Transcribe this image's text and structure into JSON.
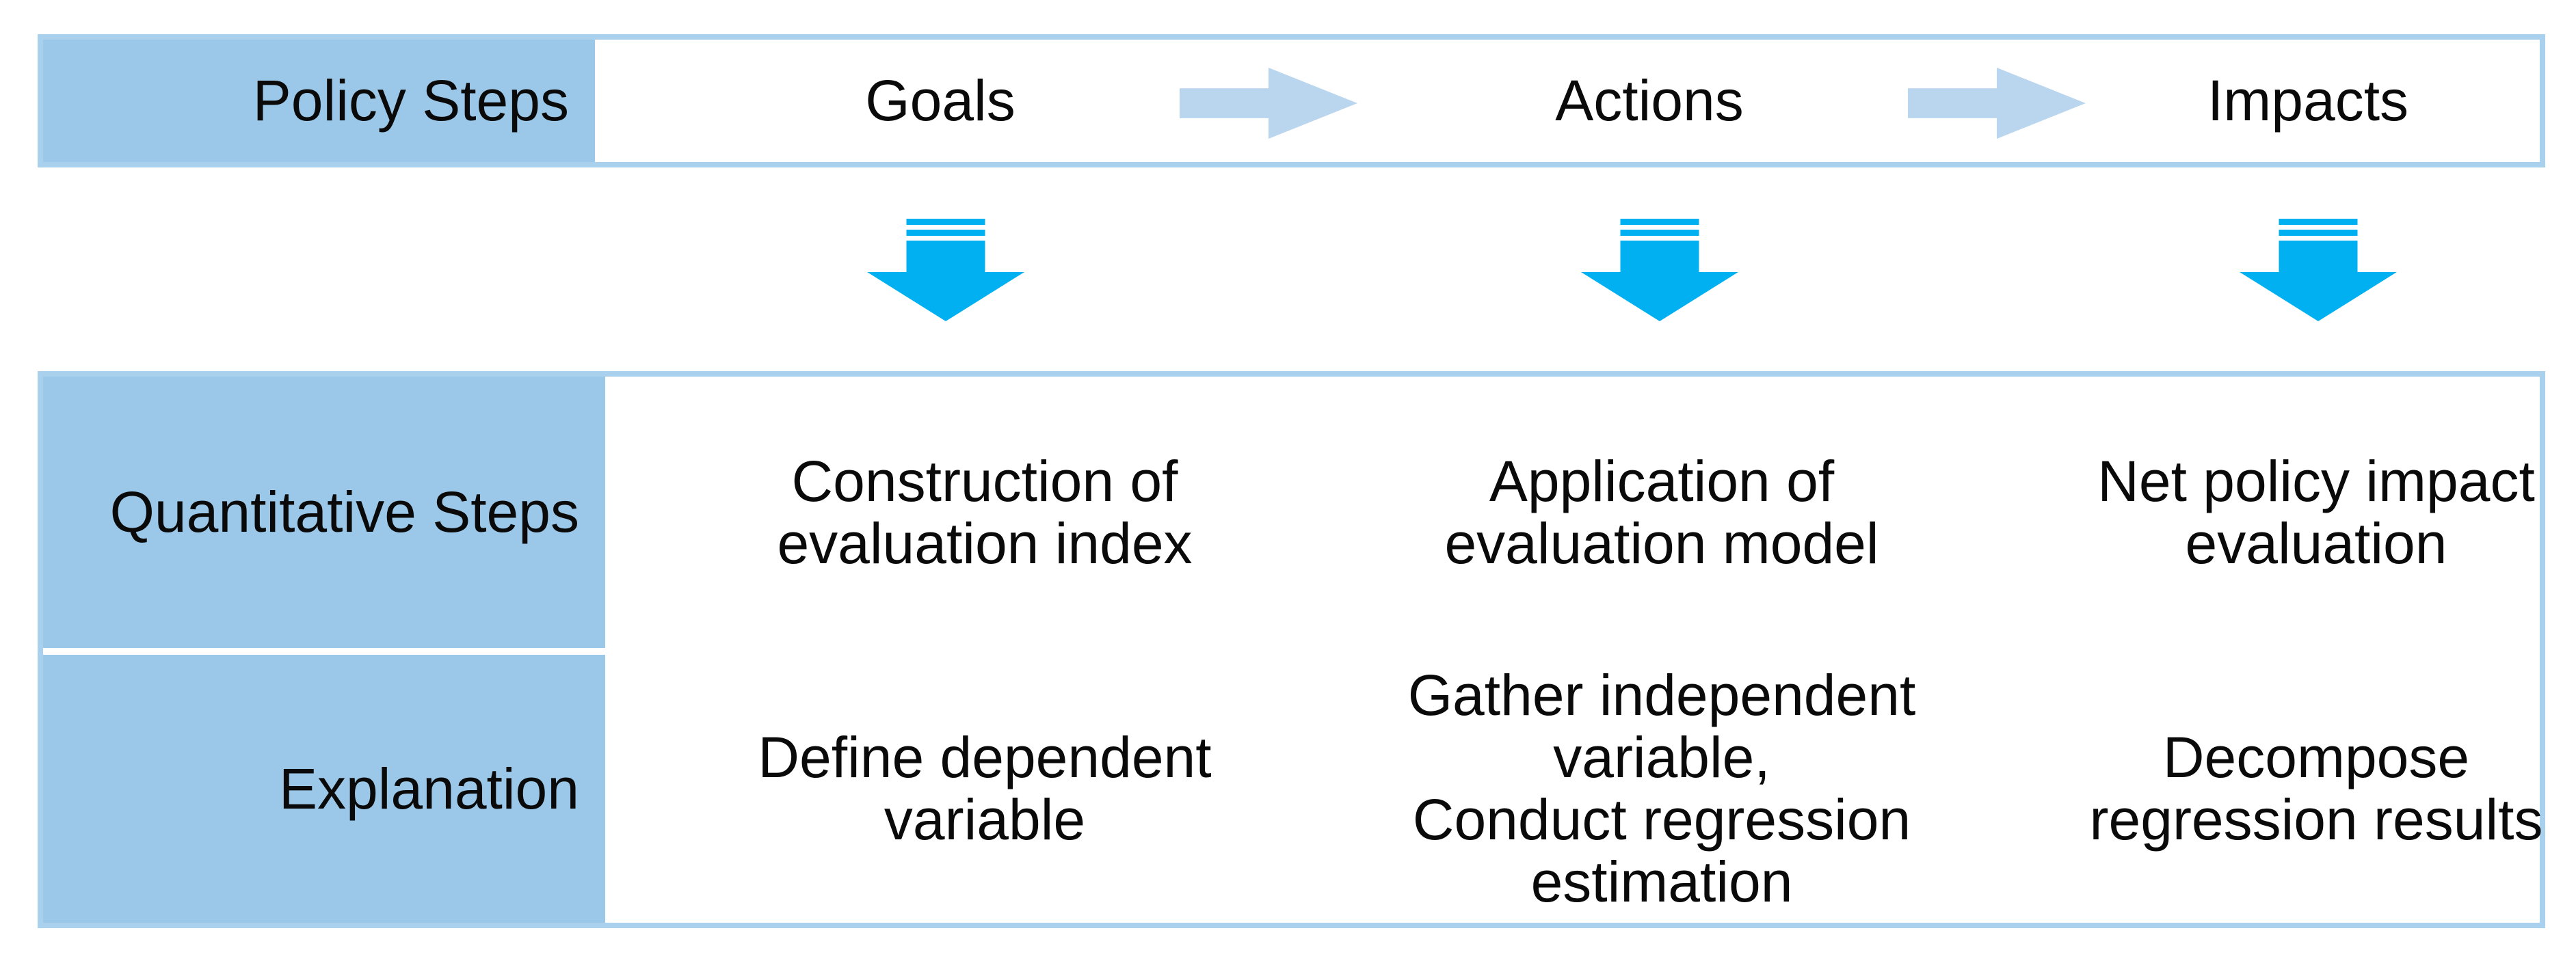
{
  "header": {
    "row_label": "Policy Steps",
    "columns": [
      {
        "label": "Goals"
      },
      {
        "label": "Actions"
      },
      {
        "label": "Impacts"
      }
    ]
  },
  "table": {
    "rows": [
      {
        "label": "Quantitative Steps",
        "cells": [
          "Construction of\nevaluation index",
          "Application of\nevaluation model",
          "Net policy impact\nevaluation"
        ]
      },
      {
        "label": "Explanation",
        "cells": [
          "Define dependent\nvariable",
          "Gather independent\nvariable,\nConduct regression\nestimation",
          "Decompose\nregression results"
        ]
      }
    ]
  },
  "icons": {
    "flow_arrow": "right-arrow",
    "step_arrow": "down-arrow"
  },
  "colors": {
    "cell_blue": "#9bc8e8",
    "border_blue": "#a9d0ec",
    "flow_arrow_blue": "#b9d6ee",
    "down_arrow_cyan": "#00b0f0",
    "text": "#0a0a0a",
    "background": "#ffffff"
  }
}
